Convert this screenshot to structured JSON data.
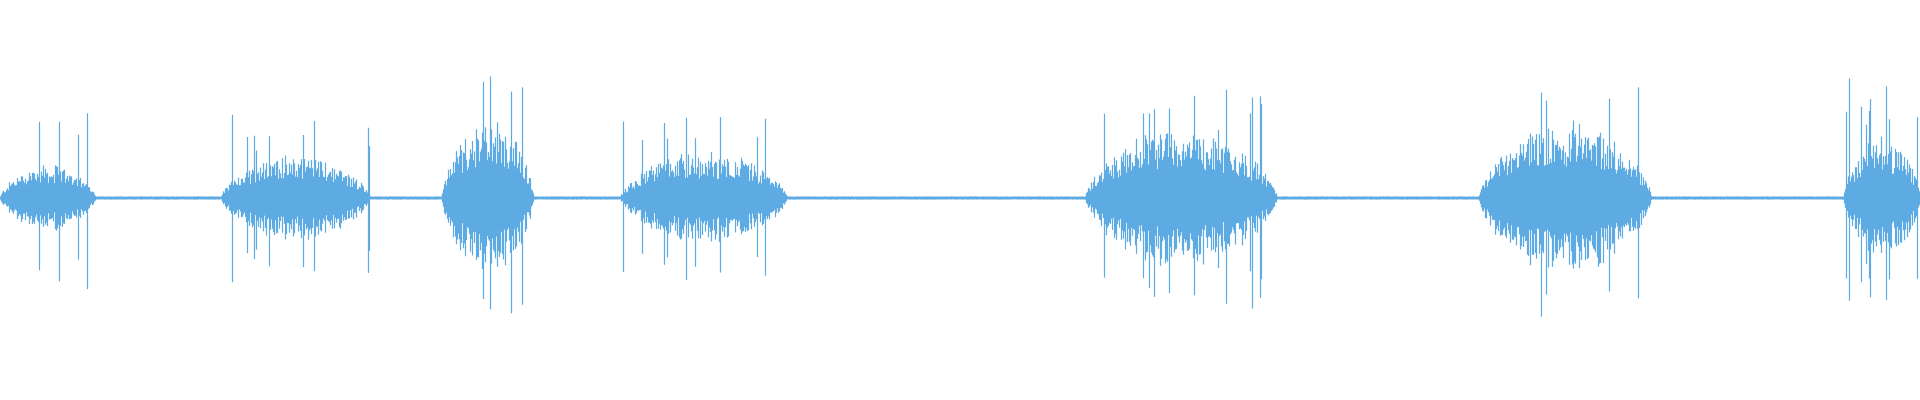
{
  "waveform": {
    "color": "#5eaae2",
    "background": "#ffffff",
    "duration_fraction_segments": [
      {
        "start": 0.0,
        "end": 0.05,
        "peak": 0.62,
        "body": 0.22
      },
      {
        "start": 0.115,
        "end": 0.193,
        "peak": 0.55,
        "body": 0.28
      },
      {
        "start": 0.23,
        "end": 0.278,
        "peak": 0.82,
        "body": 0.5
      },
      {
        "start": 0.323,
        "end": 0.41,
        "peak": 0.58,
        "body": 0.3
      },
      {
        "start": 0.565,
        "end": 0.665,
        "peak": 0.75,
        "body": 0.45
      },
      {
        "start": 0.77,
        "end": 0.86,
        "peak": 0.8,
        "body": 0.5
      },
      {
        "start": 0.96,
        "end": 1.0,
        "peak": 0.75,
        "body": 0.4
      }
    ],
    "silence_level": 0.01
  }
}
